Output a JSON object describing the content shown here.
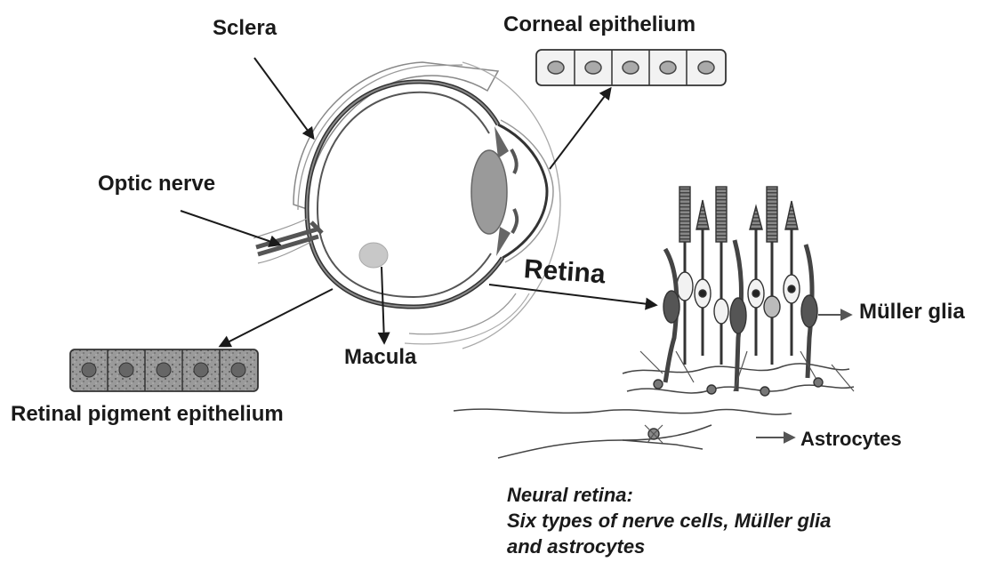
{
  "labels": {
    "sclera": "Sclera",
    "corneal_epithelium": "Corneal epithelium",
    "optic_nerve": "Optic nerve",
    "retina": "Retina",
    "muller_glia": "Müller glia",
    "macula": "Macula",
    "rpe": "Retinal pigment epithelium",
    "astrocytes": "Astrocytes"
  },
  "note": {
    "line1": "Neural retina:",
    "line2": "Six types of nerve cells, Müller glia",
    "line3": "and astrocytes"
  },
  "colors": {
    "ink": "#1a1a1a",
    "outline": "#2b2b2b",
    "eye_wall": "#333333",
    "lens": "#9a9a9a",
    "macula": "#c8c8c8",
    "cell_fill": "#eeeeee",
    "pigment_fill": "#8c8c8c",
    "neuron_dark": "#555555"
  }
}
